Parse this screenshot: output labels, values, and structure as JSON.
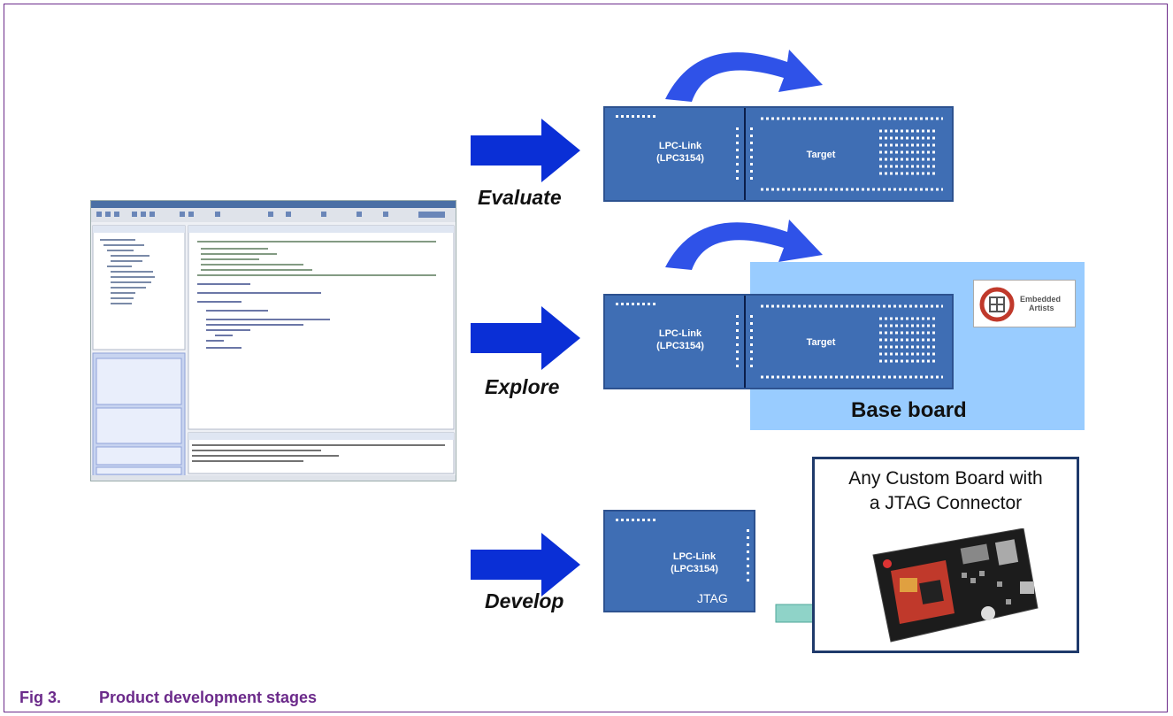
{
  "caption": {
    "number": "Fig 3.",
    "title": "Product development stages"
  },
  "stages": [
    {
      "label": "Evaluate"
    },
    {
      "label": "Explore"
    },
    {
      "label": "Develop"
    }
  ],
  "boards": {
    "lpc_link_line1": "LPC-Link",
    "lpc_link_line2": "(LPC3154)",
    "target": "Target",
    "jtag": "JTAG",
    "base_board": "Base board",
    "logo_line1": "Embedded",
    "logo_line2": "Artists",
    "custom_line1": "Any Custom Board with",
    "custom_line2": "a JTAG Connector"
  },
  "colors": {
    "arrow_blue": "#0a2fd6",
    "board_blue": "#3f6eb4",
    "base_board_blue": "#99ccff",
    "caption_purple": "#6b2a8a",
    "small_arrow": "#8fd3c8"
  }
}
